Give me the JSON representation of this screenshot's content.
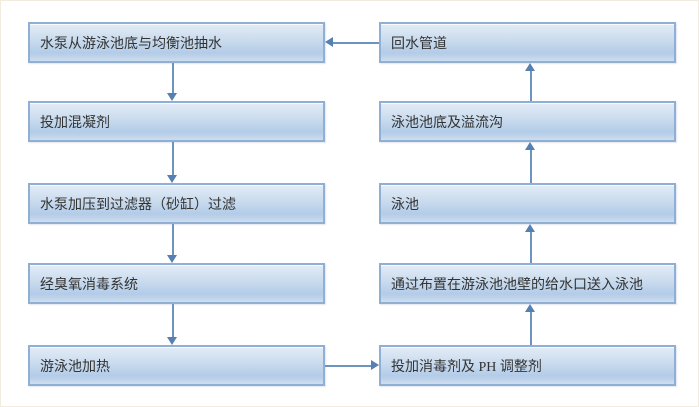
{
  "diagram": {
    "title": "",
    "type": "flowchart",
    "description": "swimming-pool water circulation and treatment process loop",
    "nodes": [
      {
        "id": "pump-intake",
        "column": "left",
        "row": 0,
        "label": "水泵从游泳池底与均衡池抽水"
      },
      {
        "id": "coagulant",
        "column": "left",
        "row": 1,
        "label": "投加混凝剂"
      },
      {
        "id": "filter",
        "column": "left",
        "row": 2,
        "label": "水泵加压到过滤器（砂缸）过滤"
      },
      {
        "id": "ozone",
        "column": "left",
        "row": 3,
        "label": "经臭氧消毒系统"
      },
      {
        "id": "heating",
        "column": "left",
        "row": 4,
        "label": "游泳池加热"
      },
      {
        "id": "return-pipe",
        "column": "right",
        "row": 0,
        "label": "回水管道"
      },
      {
        "id": "pool-bottom",
        "column": "right",
        "row": 1,
        "label": "泳池池底及溢流沟"
      },
      {
        "id": "pool",
        "column": "right",
        "row": 2,
        "label": "泳池"
      },
      {
        "id": "wall-inlet",
        "column": "right",
        "row": 3,
        "label": "通过布置在游泳池池壁的给水口送入泳池"
      },
      {
        "id": "disinfectant",
        "column": "right",
        "row": 4,
        "label": "投加消毒剂及 PH 调整剂"
      }
    ],
    "edges": [
      {
        "from": "pump-intake",
        "to": "coagulant",
        "direction": "down"
      },
      {
        "from": "coagulant",
        "to": "filter",
        "direction": "down"
      },
      {
        "from": "filter",
        "to": "ozone",
        "direction": "down"
      },
      {
        "from": "ozone",
        "to": "heating",
        "direction": "down"
      },
      {
        "from": "heating",
        "to": "disinfectant",
        "direction": "right"
      },
      {
        "from": "disinfectant",
        "to": "wall-inlet",
        "direction": "up"
      },
      {
        "from": "wall-inlet",
        "to": "pool",
        "direction": "up"
      },
      {
        "from": "pool",
        "to": "pool-bottom",
        "direction": "up"
      },
      {
        "from": "pool-bottom",
        "to": "return-pipe",
        "direction": "up"
      },
      {
        "from": "return-pipe",
        "to": "pump-intake",
        "direction": "left"
      }
    ],
    "colors": {
      "box_fill_top": "#e3ecf6",
      "box_fill_bottom": "#b3cce8",
      "box_border": "#8fafd4",
      "connector_line": "#6d94c1",
      "connector_head": "#567fb2",
      "text": "#333333",
      "background": "#ffffff"
    }
  }
}
